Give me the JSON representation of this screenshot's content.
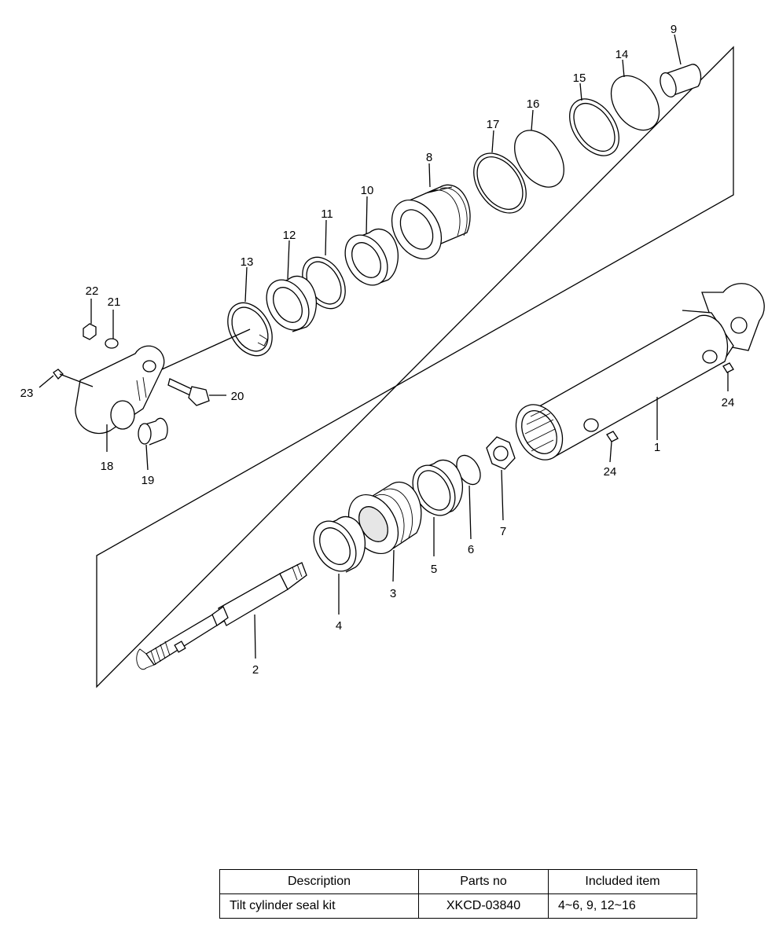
{
  "callouts": {
    "n1": "1",
    "n2": "2",
    "n3": "3",
    "n4": "4",
    "n5": "5",
    "n6": "6",
    "n7": "7",
    "n8": "8",
    "n9": "9",
    "n10": "10",
    "n11": "11",
    "n12": "12",
    "n13": "13",
    "n14": "14",
    "n15": "15",
    "n16": "16",
    "n17": "17",
    "n18": "18",
    "n19": "19",
    "n20": "20",
    "n21": "21",
    "n22": "22",
    "n23": "23",
    "n24a": "24",
    "n24b": "24"
  },
  "table": {
    "headers": [
      "Description",
      "Parts no",
      "Included item"
    ],
    "rows": [
      [
        "Tilt cylinder seal kit",
        "XKCD-03840",
        "4~6, 9, 12~16"
      ]
    ]
  }
}
